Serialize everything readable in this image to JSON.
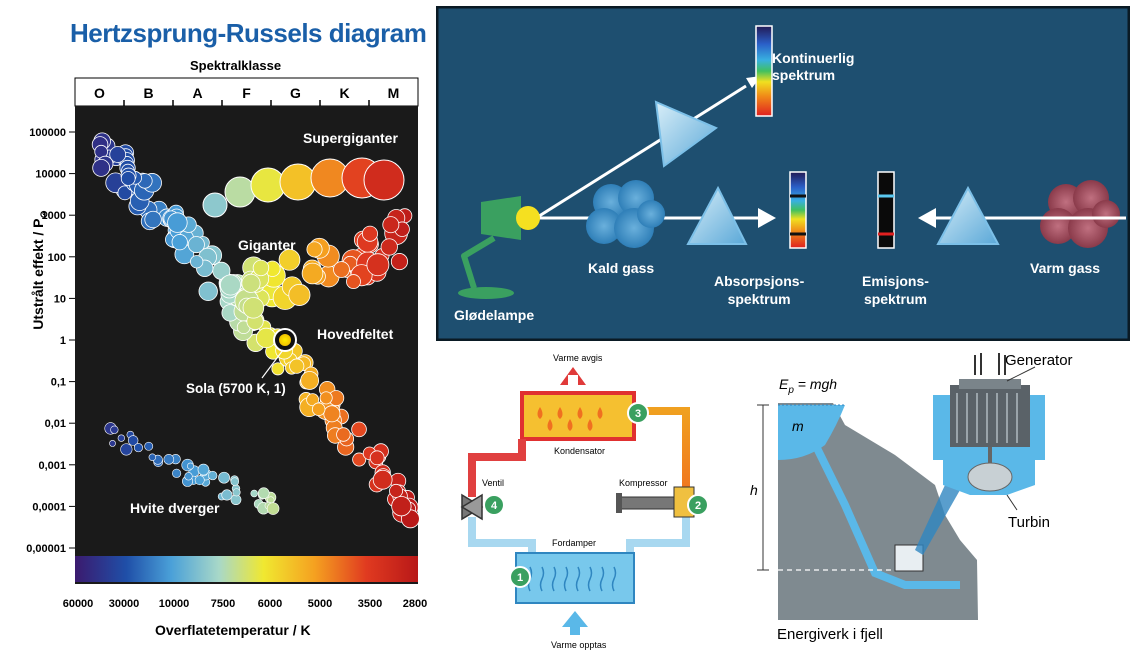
{
  "hr": {
    "title": "Hertzsprung-Russels diagram",
    "top_axis_title": "Spektralklasse",
    "spectral_classes": [
      "O",
      "B",
      "A",
      "F",
      "G",
      "K",
      "M"
    ],
    "y_axis_title": "Utstrålt effekt / P",
    "y_axis_subscript": "⊙",
    "y_ticks": [
      "100000",
      "10000",
      "1000",
      "100",
      "10",
      "1",
      "0,1",
      "0,01",
      "0,001",
      "0,0001",
      "0,00001"
    ],
    "x_ticks": [
      "60000",
      "30000",
      "10000",
      "7500",
      "6000",
      "5000",
      "3500",
      "2800"
    ],
    "x_axis_title": "Overflatetemperatur / K",
    "labels": {
      "supergiants": "Supergiganter",
      "giants": "Giganter",
      "main_sequence": "Hovedfeltet",
      "sun": "Sola (5700 K, 1)",
      "white_dwarfs": "Hvite dverger"
    }
  },
  "spectra": {
    "continuous": "Kontinuerlig\nspektrum",
    "cold_gas": "Kald gass",
    "absorption": "Absorpsjons-\nspektrum",
    "emission": "Emisjons-\nspektrum",
    "warm_gas": "Varm gass",
    "lamp": "Glødelampe"
  },
  "heatpump": {
    "heat_out": "Varme avgis",
    "heat_in": "Varme opptas",
    "condenser": "Kondensator",
    "compressor": "Kompressor",
    "valve": "Ventil",
    "evaporator": "Fordamper",
    "steps": [
      "1",
      "2",
      "3",
      "4"
    ]
  },
  "hydro": {
    "formula": "E",
    "formula_sub": "p",
    "formula_rest": " = mgh",
    "mass": "m",
    "height": "h",
    "generator": "Generator",
    "turbine": "Turbin",
    "caption": "Energiverk i fjell"
  },
  "colors": {
    "title_blue": "#1a5fa8",
    "spectra_bg": "#1e4f70",
    "hr_bg": "#1a1a1a"
  }
}
